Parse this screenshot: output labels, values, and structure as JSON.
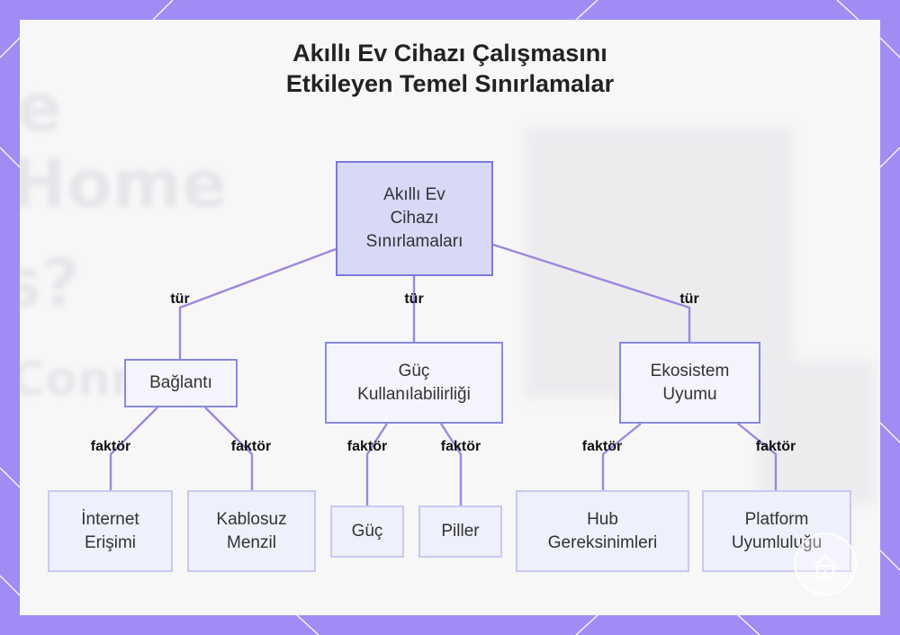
{
  "title_line1": "Akıllı Ev Cihazı Çalışmasını",
  "title_line2": "Etkileyen Temel Sınırlamalar",
  "background_text": {
    "l1": "re",
    "l2": "Home",
    "l3": "s?",
    "l4": "Conn"
  },
  "nodes": {
    "root": "Akıllı Ev\nCihazı\nSınırlamaları",
    "baglanti": "Bağlantı",
    "guc_kullan": "Güç\nKullanılabilirliği",
    "ekosistem": "Ekosistem\nUyumu",
    "internet": "İnternet\nErişimi",
    "kablosuz": "Kablosuz\nMenzil",
    "guc": "Güç",
    "piller": "Piller",
    "hub": "Hub\nGereksinimleri",
    "platform": "Platform\nUyumluluğu"
  },
  "edge_labels": {
    "tur1": "tür",
    "tur2": "tür",
    "tur3": "tür",
    "faktor1": "faktör",
    "faktor2": "faktör",
    "faktor3": "faktör",
    "faktor4": "faktör",
    "faktor5": "faktör",
    "faktor6": "faktör"
  },
  "colors": {
    "frame": "#a08cf3",
    "edge": "#9f86dc",
    "root_fill": "#d8d8f7"
  },
  "icons": {
    "badge": "home-icon"
  }
}
